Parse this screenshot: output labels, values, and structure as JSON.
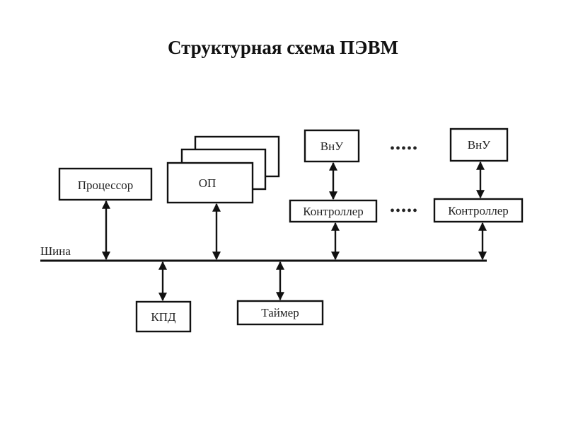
{
  "title": "Структурная схема ПЭВМ",
  "bus_label": "Шина",
  "blocks": {
    "processor": "Процессор",
    "memory": "ОП",
    "external_device_1": "ВнУ",
    "external_device_n": "ВнУ",
    "controller_1": "Контроллер",
    "controller_n": "Контроллер",
    "dma": "КПД",
    "timer": "Таймер"
  },
  "ellipsis": "•••••"
}
